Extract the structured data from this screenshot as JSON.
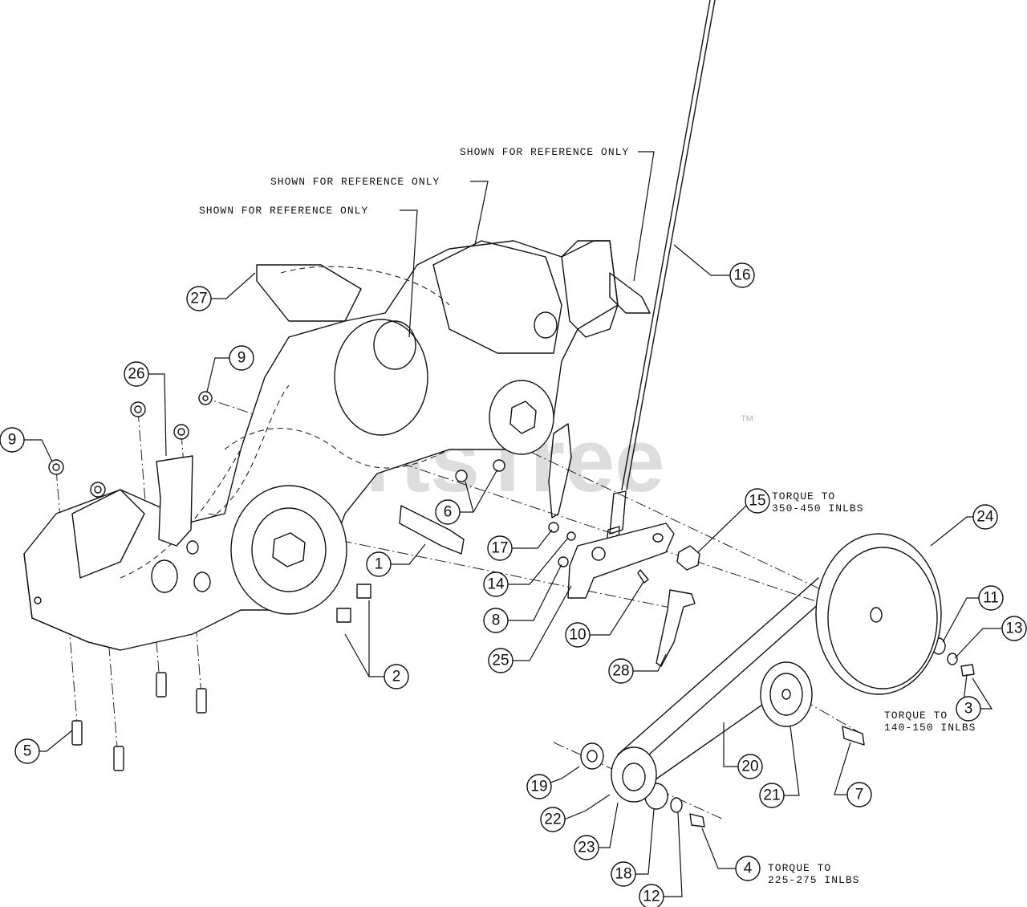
{
  "watermark": {
    "brand": "PartsTree",
    "trademark": "™"
  },
  "notes": {
    "ref_1": "SHOWN FOR REFERENCE ONLY",
    "ref_2": "SHOWN FOR REFERENCE ONLY",
    "ref_3": "SHOWN FOR REFERENCE ONLY",
    "torque_15_line1": "TORQUE TO",
    "torque_15_line2": "350-450 INLBS",
    "torque_3_line1": "TORQUE TO",
    "torque_3_line2": "140-150 INLBS",
    "torque_4_line1": "TORQUE TO",
    "torque_4_line2": "225-275 INLBS"
  },
  "callouts": {
    "c1": "1",
    "c2": "2",
    "c3": "3",
    "c4": "4",
    "c5": "5",
    "c6": "6",
    "c7": "7",
    "c8": "8",
    "c9a": "9",
    "c9b": "9",
    "c10": "10",
    "c11": "11",
    "c12": "12",
    "c13": "13",
    "c14": "14",
    "c15": "15",
    "c16": "16",
    "c17": "17",
    "c18": "18",
    "c19": "19",
    "c20": "20",
    "c21": "21",
    "c22": "22",
    "c23": "23",
    "c24": "24",
    "c25": "25",
    "c26": "26",
    "c27": "27",
    "c28": "28"
  }
}
